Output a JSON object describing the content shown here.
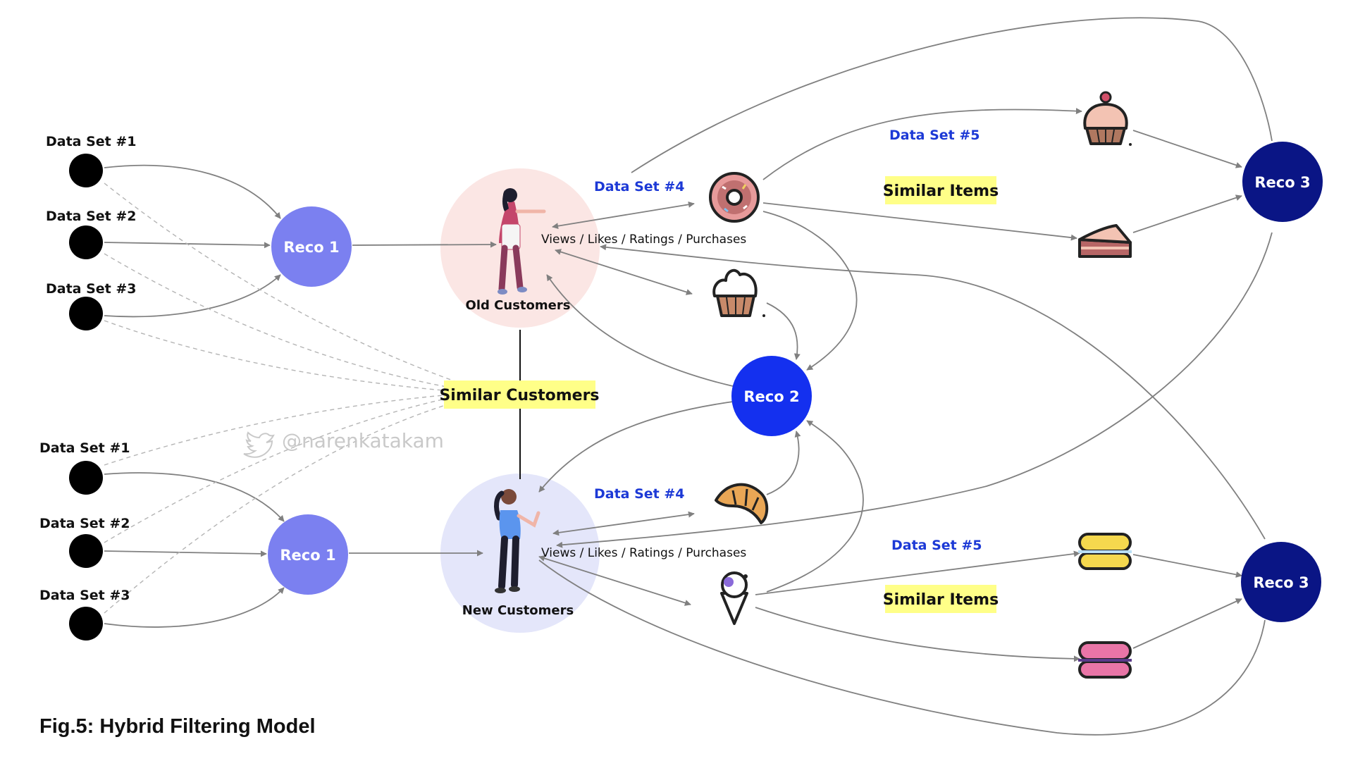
{
  "figure": {
    "title": "Fig.5: Hybrid Filtering Model",
    "watermark": "@narenkatakam"
  },
  "colors": {
    "reco1": "#7b80f0",
    "reco2": "#1430ef",
    "reco3": "#0a1585",
    "old_customers_bg": "#fbe6e4",
    "new_customers_bg": "#e4e6fa",
    "highlight": "#ffff88",
    "blue_label": "#1c39d6",
    "dataset_dot": "#000000",
    "arrow": "#808080"
  },
  "top": {
    "datasets": [
      "Data Set #1",
      "Data Set #2",
      "Data Set #3"
    ],
    "reco1": "Reco 1",
    "customers": "Old Customers",
    "dataset4": "Data Set #4",
    "interactions": "Views / Likes / Ratings / Purchases",
    "dataset5": "Data Set #5",
    "similar_items": "Similar Items",
    "reco3": "Reco 3",
    "items": [
      "donut-icon",
      "cupcake-icon",
      "frosted-cupcake-icon",
      "cake-slice-icon"
    ]
  },
  "middle": {
    "similar_customers": "Similar Customers",
    "reco2": "Reco 2"
  },
  "bottom": {
    "datasets": [
      "Data Set #1",
      "Data Set #2",
      "Data Set #3"
    ],
    "reco1": "Reco 1",
    "customers": "New Customers",
    "dataset4": "Data Set #4",
    "interactions": "Views / Likes / Ratings / Purchases",
    "dataset5": "Data Set #5",
    "similar_items": "Similar Items",
    "reco3": "Reco 3",
    "items": [
      "croissant-icon",
      "ice-cream-cone-icon",
      "yellow-macaron-icon",
      "pink-macaron-icon"
    ]
  }
}
